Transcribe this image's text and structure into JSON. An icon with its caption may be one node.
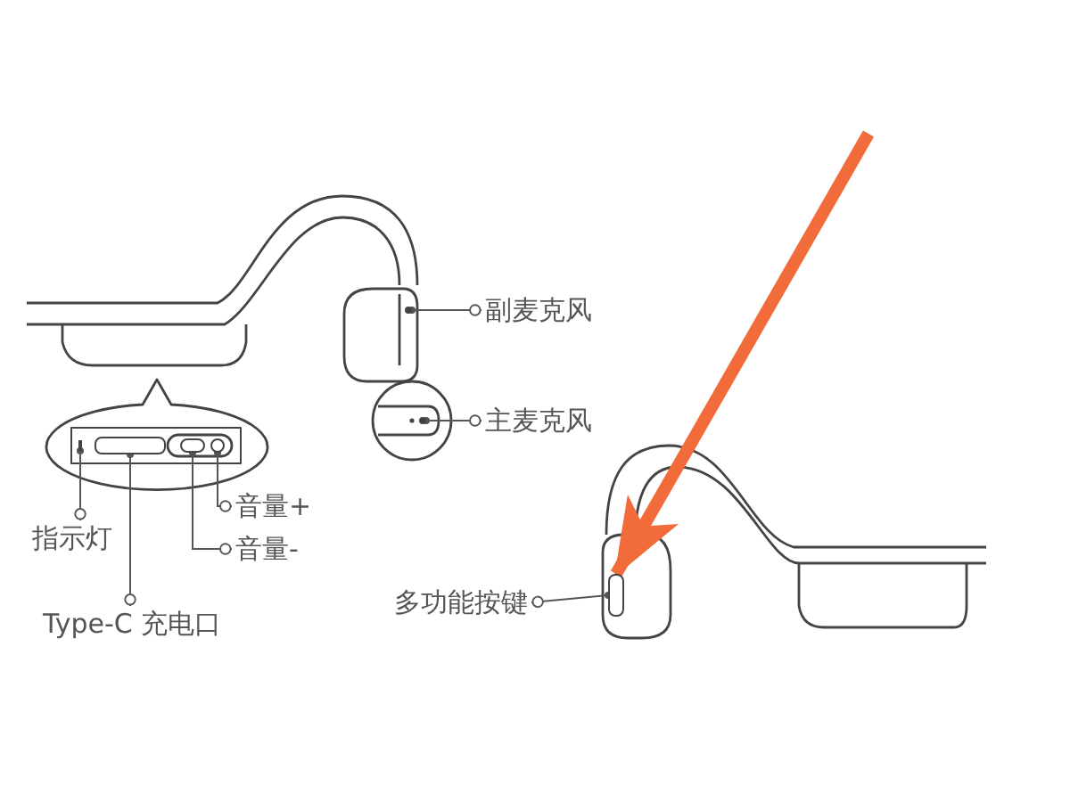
{
  "diagram": {
    "nodes": [
      {
        "text": [
          "副麦克风"
        ]
      },
      {
        "text": [
          "主麦克风"
        ]
      },
      {
        "text": [
          "指示灯"
        ]
      },
      {
        "text": [
          "Type-C 充电口"
        ]
      },
      {
        "text": [
          "音量+"
        ]
      },
      {
        "text": [
          "音量-"
        ]
      },
      {
        "text": [
          "多功能按键"
        ]
      },
      {
        "text": [],
        "shape": "box"
      },
      {
        "text": [],
        "shape": "circle"
      },
      {
        "text": [],
        "shape": "circle"
      },
      {
        "text": [],
        "shape": "bar"
      },
      {
        "text": [],
        "shape": "box"
      },
      {
        "text": [],
        "shape": "box"
      },
      {
        "text": [],
        "shape": "circle"
      }
    ],
    "edges": [
      {
        "from": 0,
        "to": 8,
        "arrow": "other"
      },
      {
        "from": 1,
        "to": 9,
        "arrow": "other"
      },
      {
        "from": 2,
        "to": 10,
        "arrow": "other"
      },
      {
        "from": 3,
        "to": 11,
        "arrow": "other"
      },
      {
        "from": 4,
        "to": 13,
        "arrow": "other"
      },
      {
        "from": 5,
        "to": 12,
        "arrow": "other"
      },
      {
        "from": 6,
        "to": 7,
        "arrow": "other"
      },
      {
        "from": null,
        "to": 7,
        "arrow": "to",
        "style": "thick",
        "color": "#f26b3a"
      }
    ]
  }
}
